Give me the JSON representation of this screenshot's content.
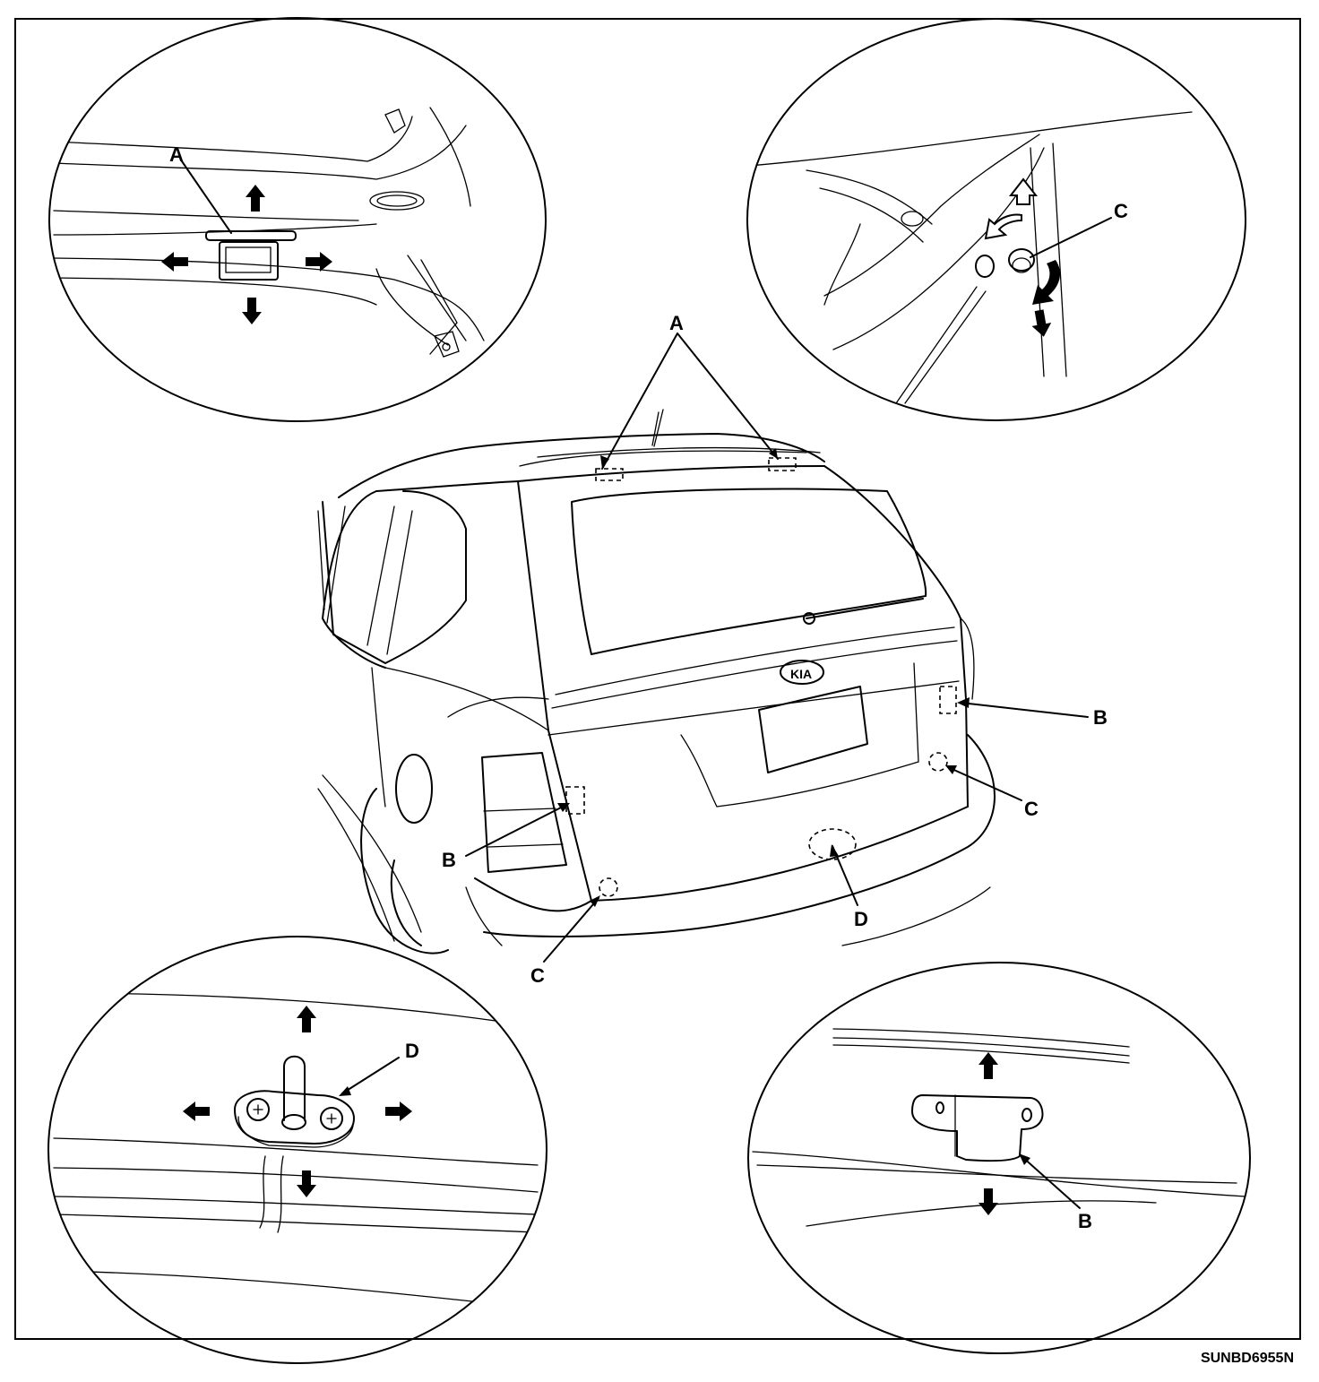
{
  "labels": {
    "a": "A",
    "b": "B",
    "c": "C",
    "d": "D"
  },
  "figure_code": "SUNBD6955N"
}
